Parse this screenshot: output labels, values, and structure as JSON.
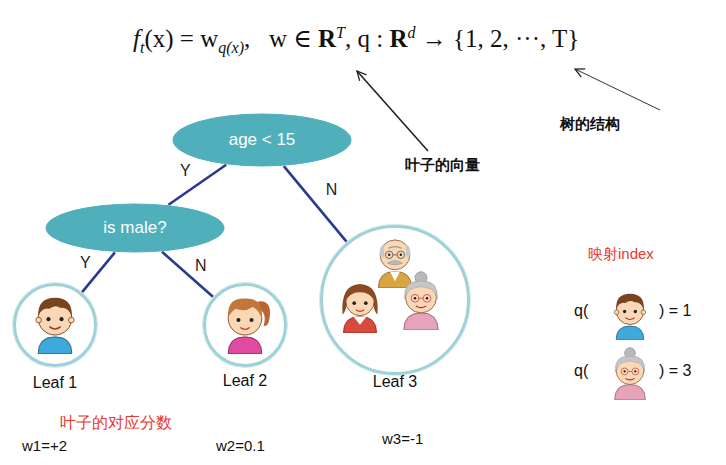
{
  "diagram": {
    "nodes": [
      {
        "text": [
          "age < 15"
        ]
      },
      {
        "text": [
          "is male?"
        ]
      },
      {
        "text": [
          "Leaf 1"
        ]
      },
      {
        "text": [
          "Leaf 2"
        ]
      },
      {
        "text": [
          "Leaf 3"
        ]
      }
    ],
    "edges": [
      {
        "from": 0,
        "to": 1,
        "arrow": "none",
        "label": "Y"
      },
      {
        "from": 0,
        "to": 4,
        "arrow": "none",
        "label": "N"
      },
      {
        "from": 1,
        "to": 2,
        "arrow": "none",
        "label": "Y"
      },
      {
        "from": 1,
        "to": 3,
        "arrow": "none",
        "label": "N"
      }
    ],
    "labels": [
      "f",
      "t",
      "(x) = w",
      "q(x)",
      ",   w ∈ ",
      "R",
      "T",
      ", q : ",
      "R",
      "d",
      " → {1, 2, ···, T}",
      "树的结构",
      "叶子的向量",
      "叶子的对应分数",
      "w1=+2",
      "w2=0.1",
      "w3=-1",
      "映射index",
      "q(",
      ") = 1",
      "q(",
      ") = 3"
    ]
  }
}
